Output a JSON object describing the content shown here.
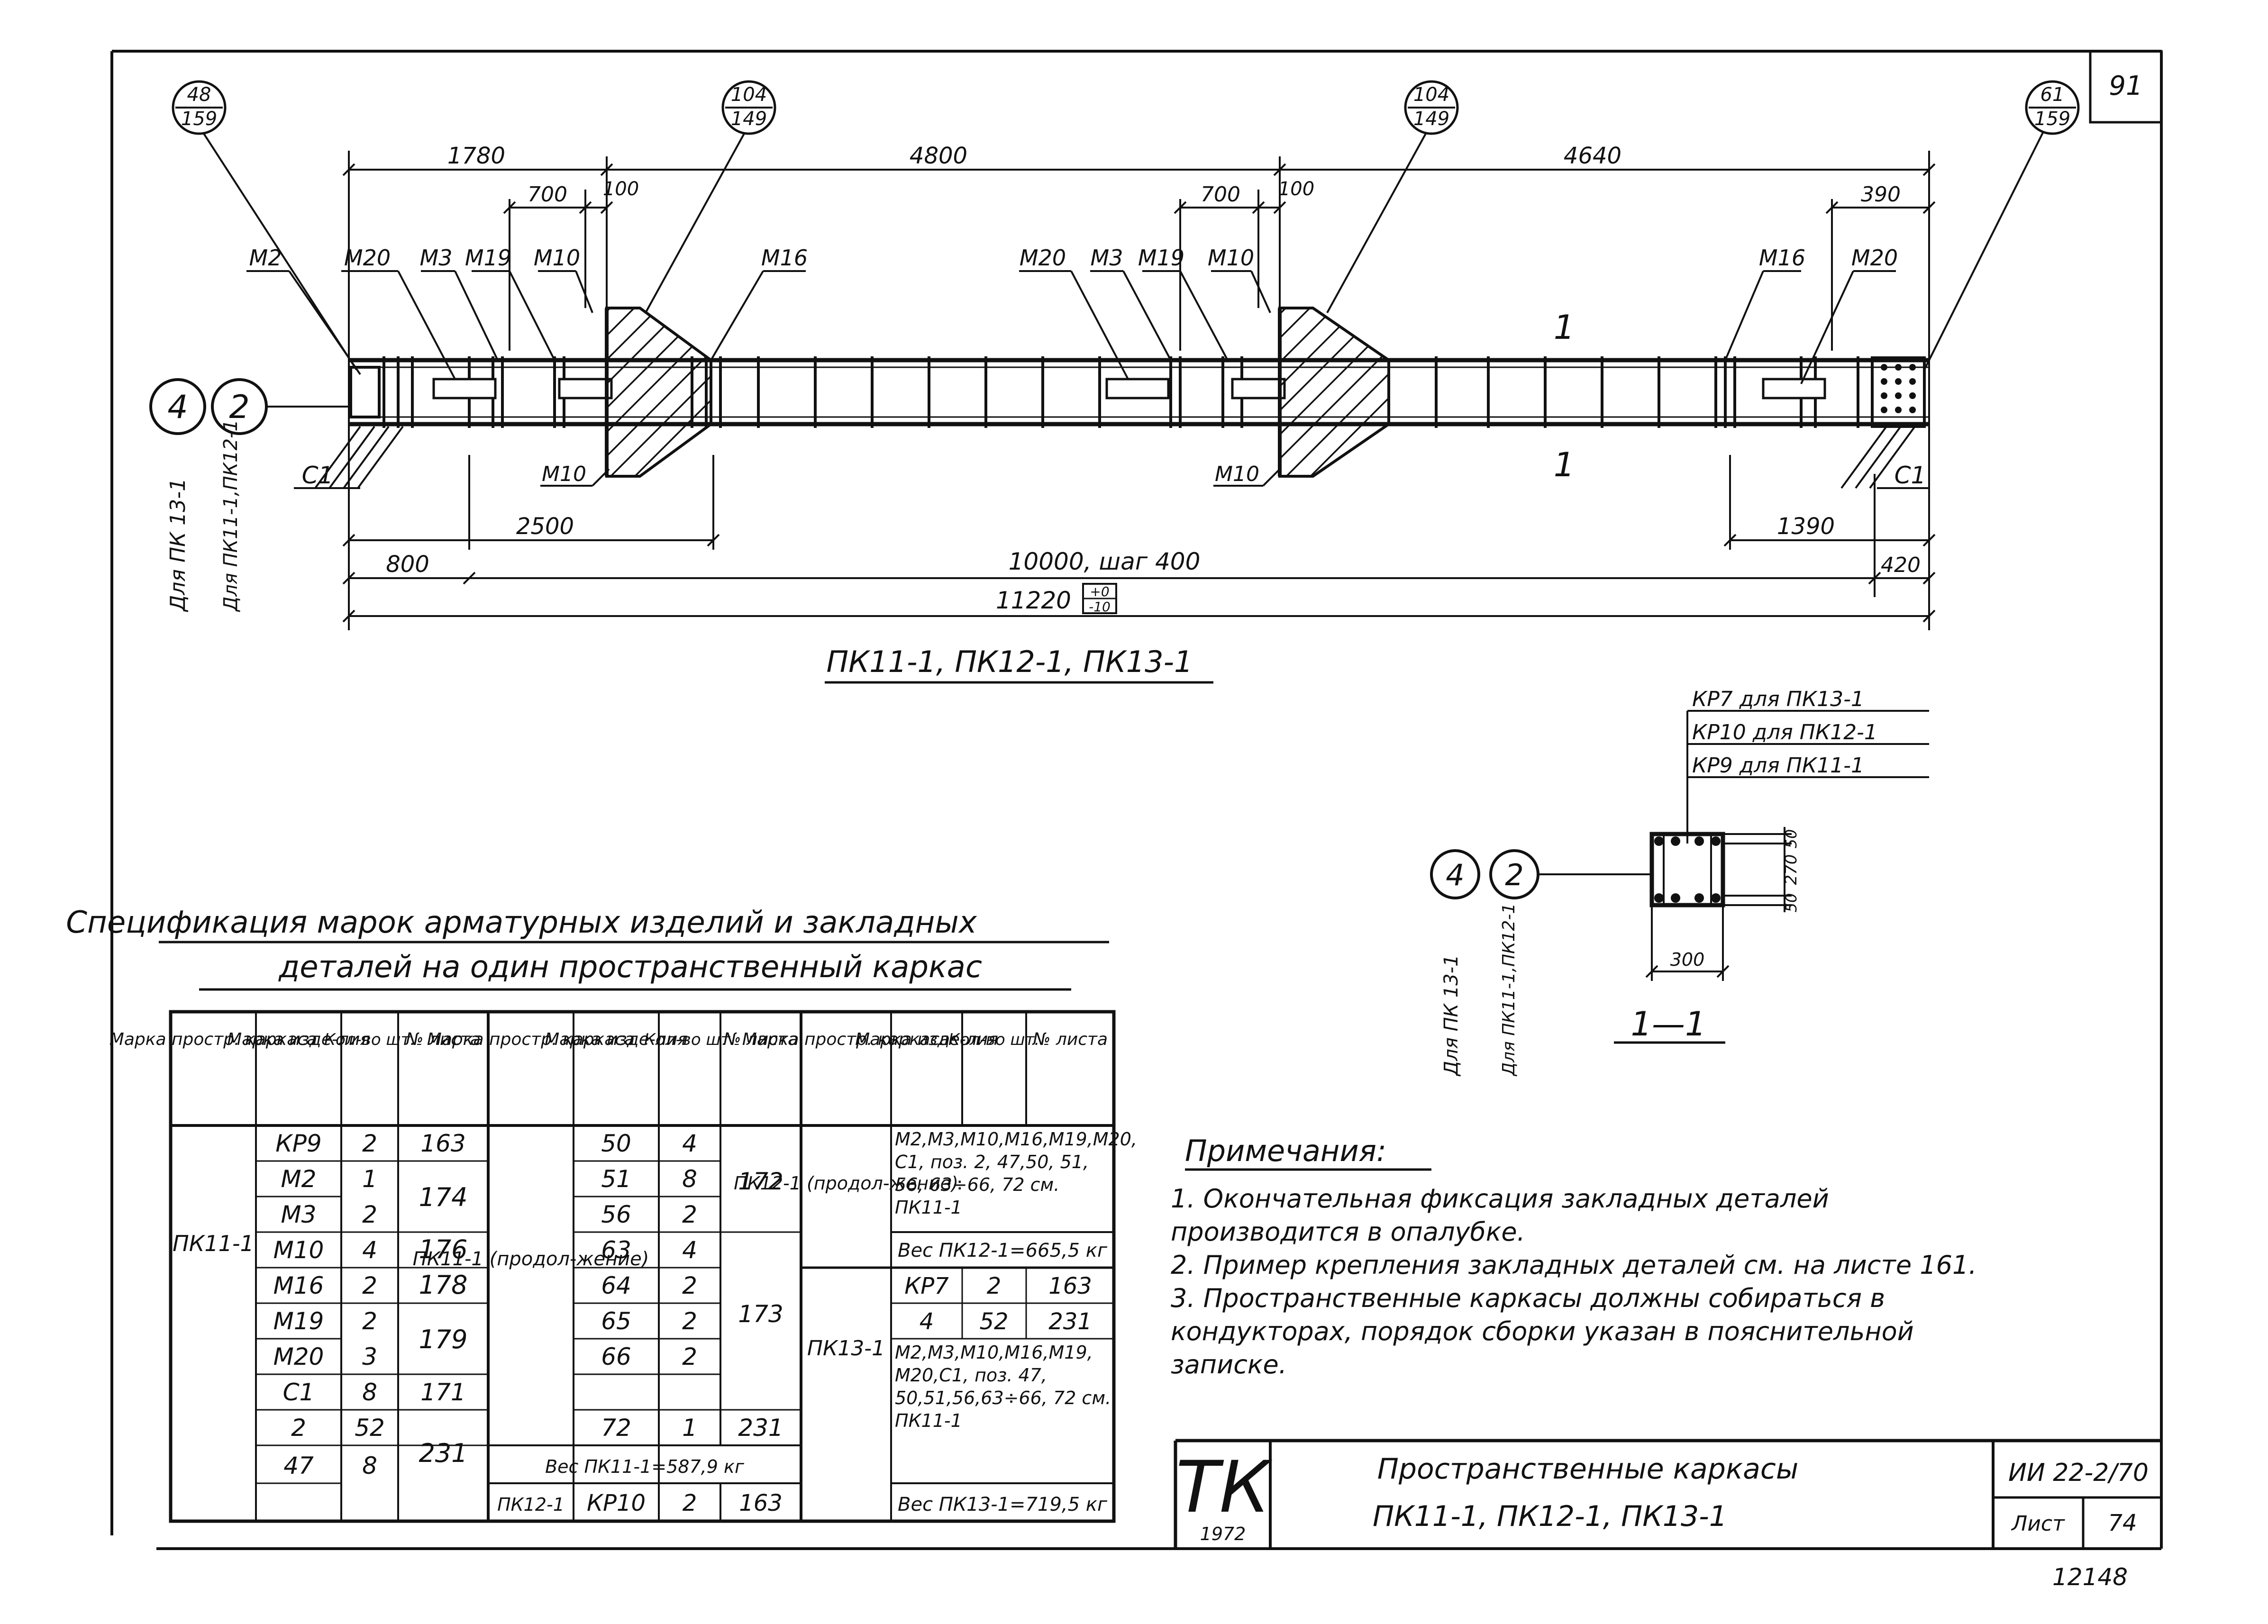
{
  "sheet": {
    "number": "91",
    "archive_number": "12148"
  },
  "bubbles": {
    "detail_left": {
      "top": "48",
      "bottom": "159"
    },
    "detail_mid1": {
      "top": "104",
      "bottom": "149"
    },
    "detail_mid2": {
      "top": "104",
      "bottom": "149"
    },
    "detail_right": {
      "top": "61",
      "bottom": "159"
    }
  },
  "circled": {
    "first": "4",
    "second": "2"
  },
  "side_labels": {
    "first": "Для ПК 13-1",
    "second": "Для ПК11-1,ПК12-1"
  },
  "elevation": {
    "dims_top": [
      "1780",
      "4800",
      "4640"
    ],
    "dims_upper": [
      "700",
      "100",
      "700",
      "100",
      "390"
    ],
    "dims_bottom": [
      "2500",
      "1390"
    ],
    "dims_overall": [
      "800",
      "10000, шаг 400",
      "420"
    ],
    "overall_length": "11220",
    "tolerance": {
      "plus": "+0",
      "minus": "-10"
    },
    "marks_top": [
      "М2",
      "М20",
      "М3",
      "М19",
      "М10",
      "М16",
      "М20",
      "М3",
      "М19",
      "М10",
      "М16",
      "М20"
    ],
    "marks_bottom": [
      "С1",
      "М10",
      "М10",
      "С1"
    ],
    "section_mark": "1",
    "title": "ПК11-1, ПК12-1, ПК13-1"
  },
  "section": {
    "notes": [
      "КР7 для ПК13-1",
      "КР10 для ПК12-1",
      "КР9 для ПК11-1"
    ],
    "dims": [
      "50",
      "270",
      "50",
      "300"
    ],
    "title": "1—1"
  },
  "spec": {
    "title_line1": "Спецификация марок арматурных изделий и закладных",
    "title_line2": "деталей на один пространственный каркас",
    "headers": [
      "Марка простр. каркаса",
      "Марка изде-лия",
      "Кол-во шт.",
      "№ листа"
    ],
    "group1": {
      "frame": "ПК11-1",
      "rows": [
        [
          "КР9",
          "2",
          "163"
        ],
        [
          "М2",
          "1",
          ""
        ],
        [
          "М3",
          "2",
          "174"
        ],
        [
          "М10",
          "4",
          "176"
        ],
        [
          "М16",
          "2",
          "178"
        ],
        [
          "М19",
          "2",
          ""
        ],
        [
          "М20",
          "3",
          "179"
        ],
        [
          "С1",
          "8",
          "171"
        ],
        [
          "2",
          "52",
          ""
        ],
        [
          "47",
          "8",
          "231"
        ]
      ]
    },
    "group2": {
      "frame": "ПК11-1 (продол-жение)",
      "rows": [
        [
          "50",
          "4",
          ""
        ],
        [
          "51",
          "8",
          "172"
        ],
        [
          "56",
          "2",
          ""
        ],
        [
          "63",
          "4",
          ""
        ],
        [
          "64",
          "2",
          "173"
        ],
        [
          "65",
          "2",
          ""
        ],
        [
          "66",
          "2",
          ""
        ],
        [
          "72",
          "1",
          "231"
        ]
      ],
      "weight": "Вес ПК11-1=587,9 кг",
      "extra_frame": "ПК12-1",
      "extra_row": [
        "КР10",
        "2",
        "163"
      ]
    },
    "group3": {
      "frame_a": "ПК12-1 (продол-жение)",
      "text_a": "М2,М3,М10,М16,М19,М20, С1, поз. 2, 47,50, 51, 56, 63÷66, 72 см. ПК11-1",
      "weight_a": "Вес ПК12-1=665,5 кг",
      "frame_b": "ПК13-1",
      "rows_b": [
        [
          "КР7",
          "2",
          "163"
        ],
        [
          "4",
          "52",
          "231"
        ]
      ],
      "text_b": "М2,М3,М10,М16,М19, М20,С1, поз. 47, 50,51,56,63÷66, 72 см. ПК11-1",
      "weight_b": "Вес ПК13-1=719,5 кг"
    }
  },
  "notes": {
    "title": "Примечания:",
    "items": [
      "1. Окончательная фиксация закладных деталей производится в опалубке.",
      "2. Пример крепления закладных деталей см. на листе 161.",
      "3. Пространственные каркасы должны собираться в кондукторах, порядок сборки указан в пояснительной записке."
    ]
  },
  "title_block": {
    "logo": "ТК",
    "year": "1972",
    "name_line1": "Пространственные каркасы",
    "name_line2": "ПК11-1, ПК12-1, ПК13-1",
    "series": "ИИ 22-2/70",
    "sheet_label": "Лист",
    "sheet_value": "74"
  }
}
